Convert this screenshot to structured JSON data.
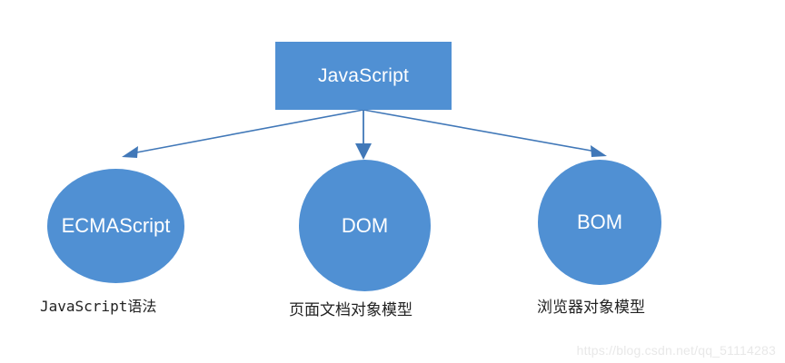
{
  "diagram": {
    "title": "JavaScript composition diagram",
    "root": {
      "id": "javascript",
      "label": "JavaScript",
      "shape": "rectangle",
      "fill": "#5090D3",
      "text_color": "#ffffff"
    },
    "branches": [
      {
        "id": "ecmascript",
        "label": "ECMAScript",
        "shape": "circle",
        "fill": "#5090D3",
        "text_color": "#ffffff",
        "caption": "JavaScript语法"
      },
      {
        "id": "dom",
        "label": "DOM",
        "shape": "circle",
        "fill": "#5090D3",
        "text_color": "#ffffff",
        "caption": "页面文档对象模型"
      },
      {
        "id": "bom",
        "label": "BOM",
        "shape": "circle",
        "fill": "#5090D3",
        "text_color": "#ffffff",
        "caption": "浏览器对象模型"
      }
    ],
    "connectors": {
      "style": "arrow",
      "color": "#4178B8",
      "count": 3,
      "origin": "root-bottom-center"
    },
    "watermark": "https://blog.csdn.net/qq_51114283",
    "background": "#ffffff"
  }
}
